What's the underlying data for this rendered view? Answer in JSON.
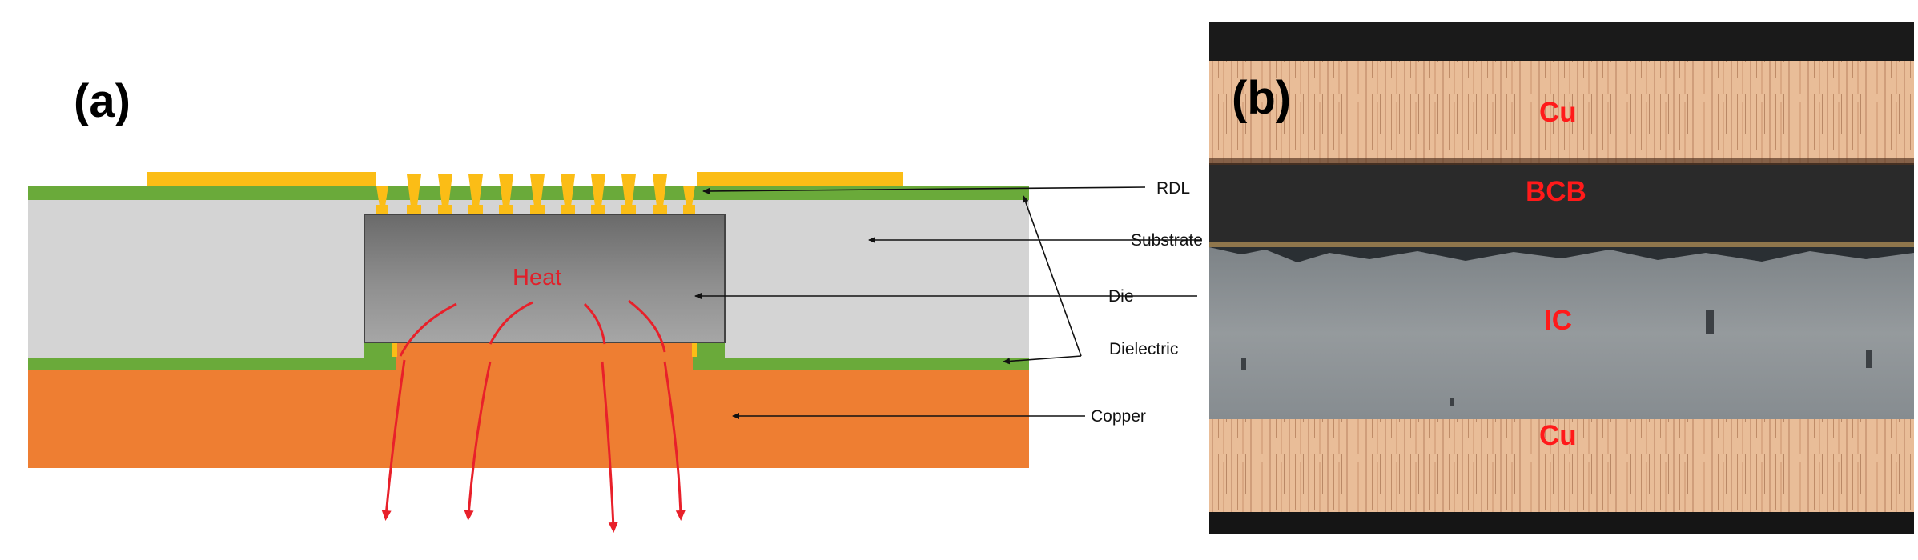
{
  "panel_a": {
    "letter": "(a)",
    "labels": {
      "rdl": "RDL",
      "substrate": "Substrate",
      "die": "Die",
      "dielectric": "Dielectric",
      "copper": "Copper",
      "heat": "Heat"
    },
    "colors": {
      "dielectric": "#6aaa3a",
      "substrate": "#d4d4d4",
      "die": "#8a8a8a",
      "copper": "#ee7e32",
      "rdl": "#fbbd16",
      "heat_arrow": "#e8202a"
    }
  },
  "panel_b": {
    "letter": "(b)",
    "labels": {
      "cu_top": "Cu",
      "bcb": "BCB",
      "ic": "IC",
      "cu_bottom": "Cu"
    },
    "colors": {
      "cu": "#e8b894",
      "bcb": "#2a2a2a",
      "ic": "#8c9296",
      "label": "#ff1a1a"
    }
  }
}
